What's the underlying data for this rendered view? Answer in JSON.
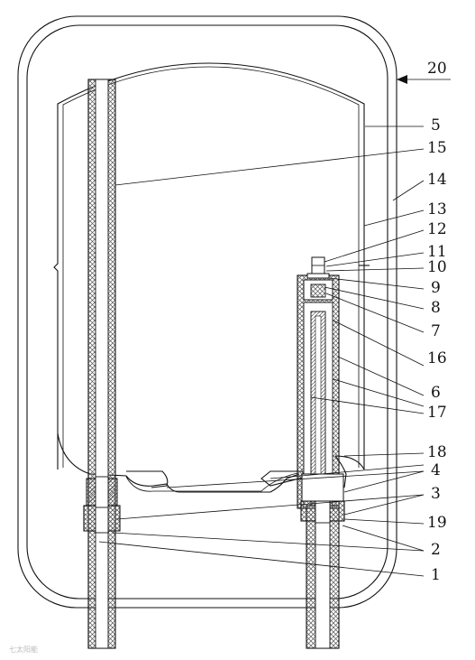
{
  "labels": {
    "l20": "20",
    "l5": "5",
    "l15": "15",
    "l14": "14",
    "l13": "13",
    "l12": "12",
    "l11": "11",
    "l10": "10",
    "l9": "9",
    "l8": "8",
    "l7": "7",
    "l16": "16",
    "l6": "6",
    "l17": "17",
    "l18": "18",
    "l4": "4",
    "l3": "3",
    "l19": "19",
    "l2": "2",
    "l1": "1"
  },
  "watermark": "七太阳能",
  "colors": {
    "line": "#111111",
    "hatch": "#555555",
    "background": "#ffffff"
  }
}
